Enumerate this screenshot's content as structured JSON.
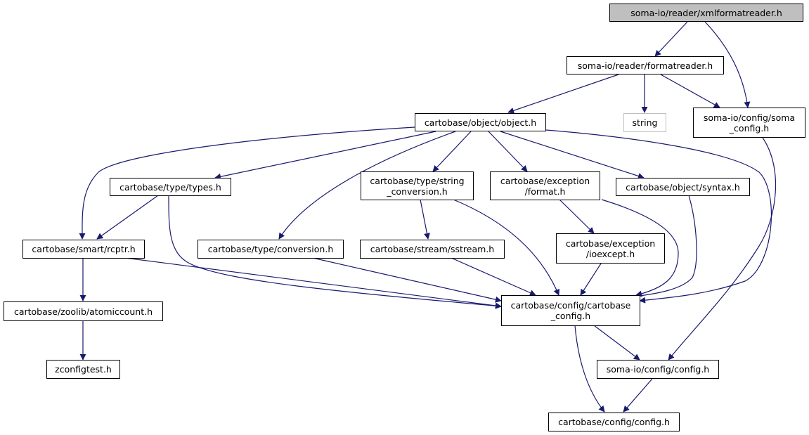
{
  "colors": {
    "edge": "#191970",
    "root_fill": "#bfbfbf",
    "node_border": "#000000",
    "external_border": "#bfbfbf"
  },
  "nodes": {
    "xmlformatreader": {
      "lines": [
        "soma-io/reader/xmlformatreader.h"
      ]
    },
    "formatreader": {
      "lines": [
        "soma-io/reader/formatreader.h"
      ]
    },
    "object": {
      "lines": [
        "cartobase/object/object.h"
      ]
    },
    "string": {
      "lines": [
        "string"
      ]
    },
    "soma_config": {
      "lines": [
        "soma-io/config/soma",
        "_config.h"
      ]
    },
    "types": {
      "lines": [
        "cartobase/type/types.h"
      ]
    },
    "string_conversion": {
      "lines": [
        "cartobase/type/string",
        "_conversion.h"
      ]
    },
    "exception_format": {
      "lines": [
        "cartobase/exception",
        "/format.h"
      ]
    },
    "syntax": {
      "lines": [
        "cartobase/object/syntax.h"
      ]
    },
    "rcptr": {
      "lines": [
        "cartobase/smart/rcptr.h"
      ]
    },
    "conversion": {
      "lines": [
        "cartobase/type/conversion.h"
      ]
    },
    "sstream": {
      "lines": [
        "cartobase/stream/sstream.h"
      ]
    },
    "ioexcept": {
      "lines": [
        "cartobase/exception",
        "/ioexcept.h"
      ]
    },
    "atomiccount": {
      "lines": [
        "cartobase/zoolib/atomiccount.h"
      ]
    },
    "cartobase_config": {
      "lines": [
        "cartobase/config/cartobase",
        "_config.h"
      ]
    },
    "zconfigtest": {
      "lines": [
        "zconfigtest.h"
      ]
    },
    "somaio_config": {
      "lines": [
        "soma-io/config/config.h"
      ]
    },
    "cartobase_config_config": {
      "lines": [
        "cartobase/config/config.h"
      ]
    }
  }
}
